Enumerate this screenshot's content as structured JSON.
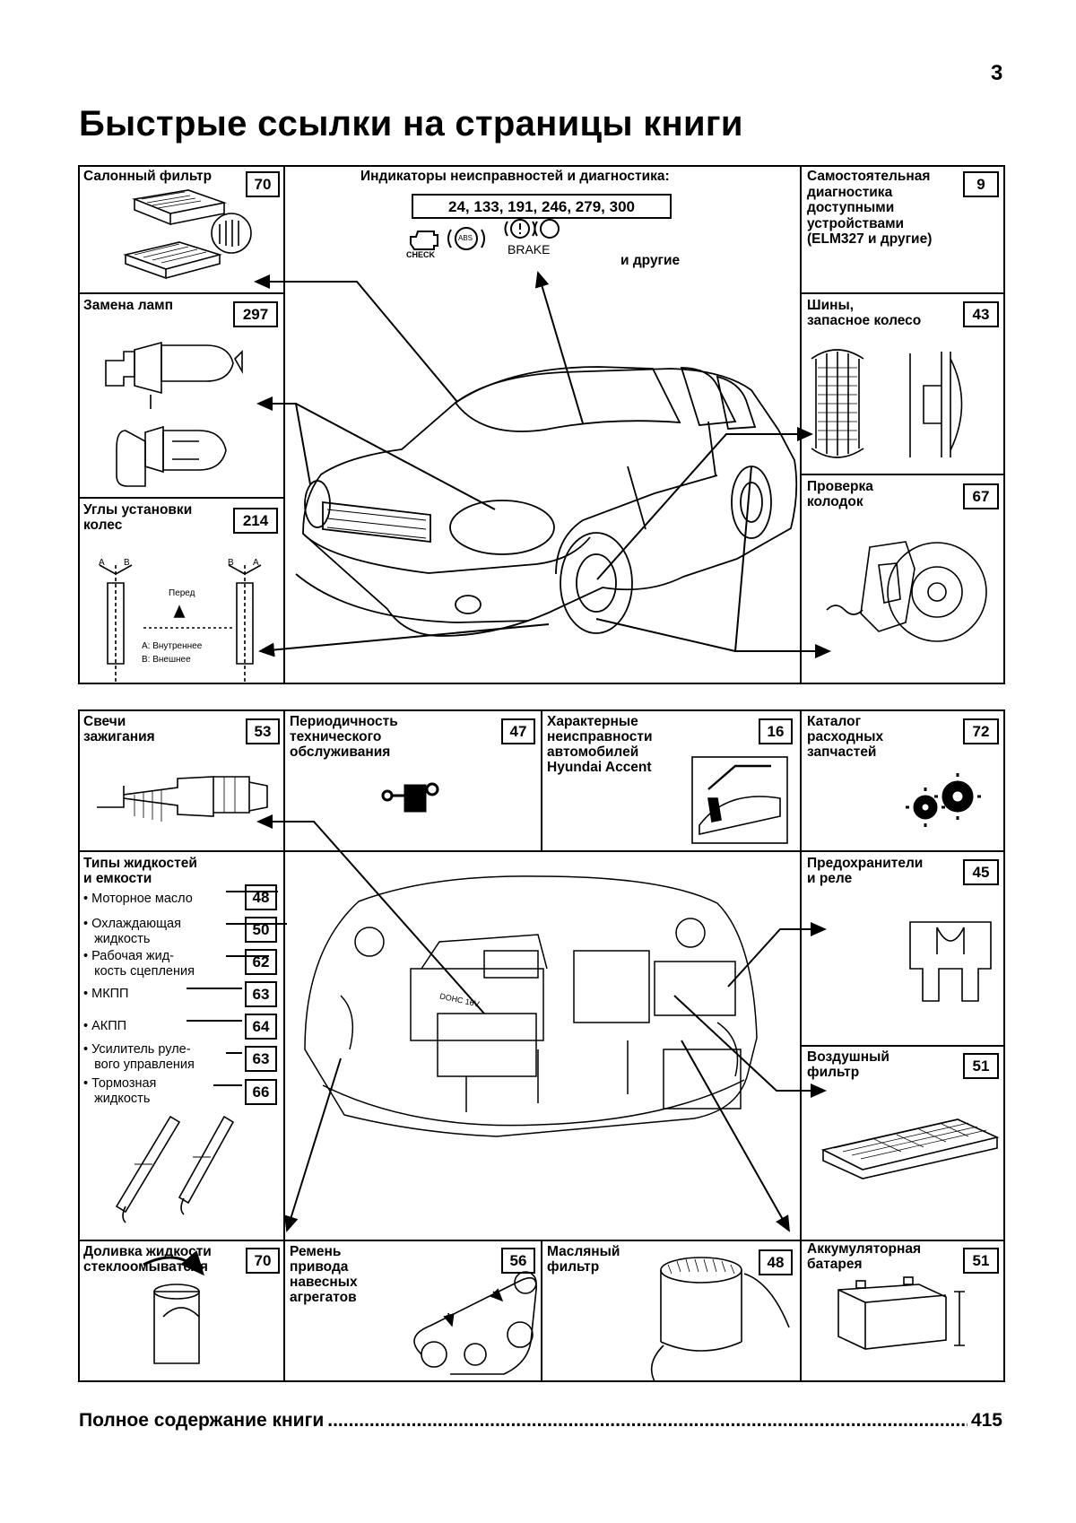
{
  "page_number": "3",
  "title": "Быстрые ссылки на страницы книги",
  "top": {
    "cabin_filter": {
      "label": "Салонный фильтр",
      "page": "70"
    },
    "indicators": {
      "label": "Индикаторы неисправностей и диагностика:",
      "pages": "24, 133, 191, 246, 279, 300",
      "others": "и другие",
      "check_text": "CHECK",
      "abs_text": "ABS",
      "brake_text": "BRAKE"
    },
    "self_diag": {
      "label_lines": [
        "Самостоятельная",
        "диагностика",
        "доступными",
        "устройствами",
        "(ELM327 и другие)"
      ],
      "page": "9"
    },
    "lamps": {
      "label": "Замена ламп",
      "page": "297"
    },
    "tires": {
      "label_lines": [
        "Шины,",
        "запасное колесо"
      ],
      "page": "43"
    },
    "wheel_alignment": {
      "label_lines": [
        "Углы установки",
        "колес"
      ],
      "page": "214",
      "front_text": "Перед",
      "legend_a": "A: Внутреннее",
      "legend_b": "B: Внешнее",
      "a": "A",
      "b": "B"
    },
    "brake_pads": {
      "label_lines": [
        "Проверка",
        "колодок"
      ],
      "page": "67"
    }
  },
  "bottom": {
    "spark_plugs": {
      "label_lines": [
        "Свечи",
        "зажигания"
      ],
      "page": "53"
    },
    "maintenance": {
      "label_lines": [
        "Периодичность",
        "технического",
        "обслуживания"
      ],
      "page": "47"
    },
    "faults": {
      "label_lines": [
        "Характерные",
        "неисправности",
        "автомобилей",
        "Hyundai Accent"
      ],
      "page": "16"
    },
    "catalog": {
      "label_lines": [
        "Каталог",
        "расходных",
        "запчастей"
      ],
      "page": "72"
    },
    "fluids": {
      "label_lines": [
        "Типы жидкостей",
        "и емкости"
      ],
      "items": [
        {
          "lines": [
            "Моторное масло"
          ],
          "page": "48"
        },
        {
          "lines": [
            "Охлаждающая",
            "жидкость"
          ],
          "page": "50"
        },
        {
          "lines": [
            "Рабочая жид-",
            "кость сцепления"
          ],
          "page": "62"
        },
        {
          "lines": [
            "МКПП"
          ],
          "page": "63"
        },
        {
          "lines": [
            "АКПП"
          ],
          "page": "64"
        },
        {
          "lines": [
            "Усилитель руле-",
            "вого управления"
          ],
          "page": "63"
        },
        {
          "lines": [
            "Тормозная",
            "жидкость"
          ],
          "page": "66"
        }
      ]
    },
    "fuses": {
      "label_lines": [
        "Предохранители",
        "и реле"
      ],
      "page": "45"
    },
    "air_filter": {
      "label_lines": [
        "Воздушный",
        "фильтр"
      ],
      "page": "51"
    },
    "washer": {
      "label_lines": [
        "Доливка жидкости",
        "стеклоомывателя"
      ],
      "page": "70"
    },
    "belt": {
      "label_lines": [
        "Ремень",
        "привода",
        "навесных",
        "агрегатов"
      ],
      "page": "56"
    },
    "oil_filter": {
      "label_lines": [
        "Масляный",
        "фильтр"
      ],
      "page": "48"
    },
    "battery": {
      "label_lines": [
        "Аккумуляторная",
        "батарея"
      ],
      "page": "51"
    },
    "engine_label": "DOHC 16V"
  },
  "toc": {
    "label": "Полное содержание книги",
    "page": "415"
  }
}
